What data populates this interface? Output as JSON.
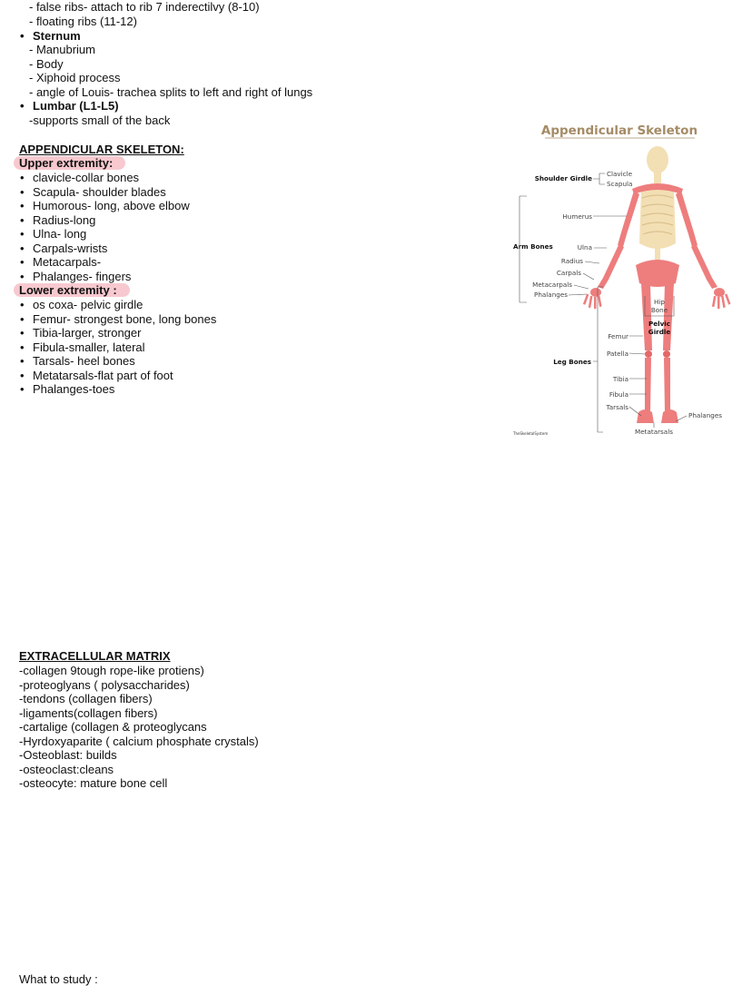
{
  "ribs": [
    "- false ribs- attach to rib 7 inderectilvy (8-10)",
    "- floating ribs (11-12)"
  ],
  "sternum": {
    "heading": "Sternum",
    "items": [
      "- Manubrium",
      "- Body",
      "- Xiphoid process",
      "- angle of Louis- trachea splits to left and right of lungs"
    ]
  },
  "lumbar": {
    "heading": "Lumbar (L1-L5)",
    "items": [
      "-supports small of the back"
    ]
  },
  "appendicular": {
    "heading": "APPENDICULAR SKELETON:",
    "upper": {
      "heading": "Upper extremity:",
      "items": [
        "clavicle-collar bones",
        "Scapula- shoulder blades",
        "Humorous- long, above elbow",
        "Radius-long",
        "Ulna- long",
        "Carpals-wrists",
        "Metacarpals-",
        "Phalanges- fingers"
      ]
    },
    "lower": {
      "heading": "Lower extremity :",
      "items": [
        "os coxa- pelvic girdle",
        "Femur- strongest bone, long bones",
        "Tibia-larger, stronger",
        "Fibula-smaller, lateral",
        "Tarsals- heel bones",
        "Metatarsals-flat part of foot",
        "Phalanges-toes"
      ]
    }
  },
  "figure": {
    "title": "Appendicular Skeleton",
    "labels": {
      "shoulder_girdle": "Shoulder Girdle",
      "clavicle": "Clavicle",
      "scapula": "Scapula",
      "humerus": "Humerus",
      "arm_bones": "Arm Bones",
      "ulna": "Ulna",
      "radius": "Radius",
      "carpals": "Carpals",
      "metacarpals": "Metacarpals",
      "phalanges_hand": "Phalanges",
      "hip": "Hip",
      "bone": "Bone",
      "pelvic": "Pelvic",
      "girdle": "Girdle",
      "femur": "Femur",
      "patella": "Patella",
      "leg_bones": "Leg Bones",
      "tibia": "Tibia",
      "fibula": "Fibula",
      "tarsals": "Tarsals",
      "phalanges_foot": "Phalanges",
      "metatarsals": "Metatarsals",
      "credit": "TheSkeletalSystem"
    },
    "colors": {
      "bone": "#ee7d7d",
      "axial": "#f3dfb4",
      "title": "#a58b66"
    }
  },
  "ecm": {
    "heading": "EXTRACELLULAR MATRIX",
    "items": [
      "-collagen 9tough rope-like protiens)",
      "-proteoglyans ( polysaccharides)",
      "-tendons (collagen fibers)",
      "-ligaments(collagen fibers)",
      "-cartalige (collagen & proteoglycans",
      "-Hyrdoxyaparite ( calcium phosphate crystals)",
      "-Osteoblast: builds",
      "-osteoclast:cleans",
      "-osteocyte: mature bone cell"
    ]
  },
  "study": "What to study :"
}
